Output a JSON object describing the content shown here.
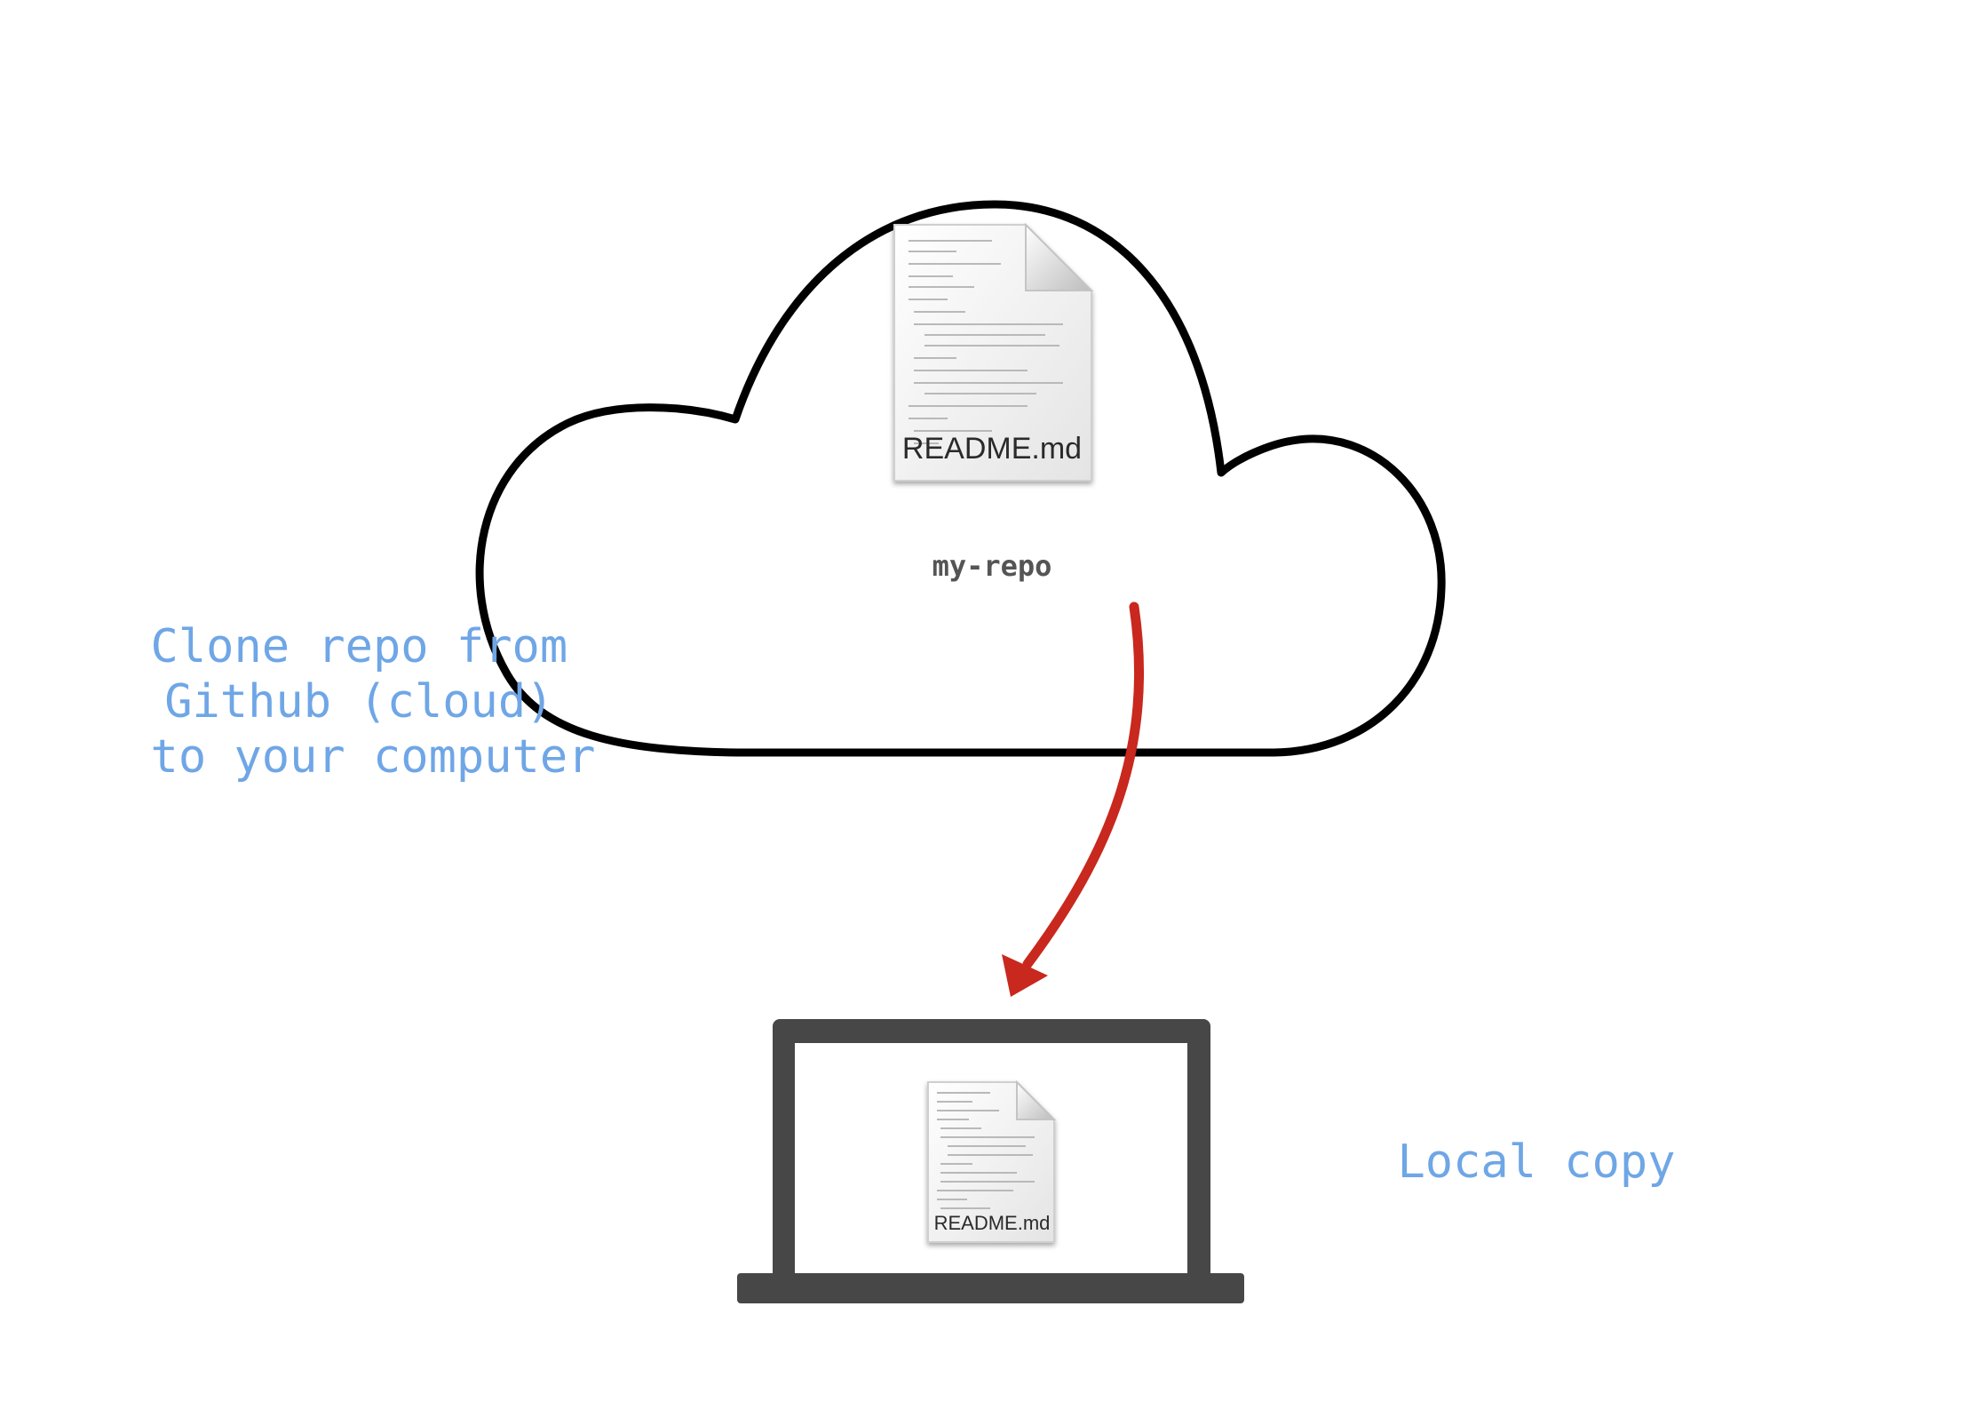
{
  "cloud": {
    "repo_label": "my-repo",
    "file_label": "README.md"
  },
  "laptop": {
    "file_label": "README.md"
  },
  "captions": {
    "clone_lines": [
      "Clone repo from",
      "Github (cloud)",
      "to your computer"
    ],
    "local_copy": "Local copy"
  },
  "colors": {
    "arrow": "#c8281e",
    "caption": "#6fa6e6",
    "outline": "#000000",
    "laptop": "#474747",
    "repo_label": "#555555"
  },
  "icons": {
    "cloud": "cloud-icon",
    "file": "document-icon",
    "laptop": "laptop-icon",
    "arrow": "arrow-down-icon"
  }
}
